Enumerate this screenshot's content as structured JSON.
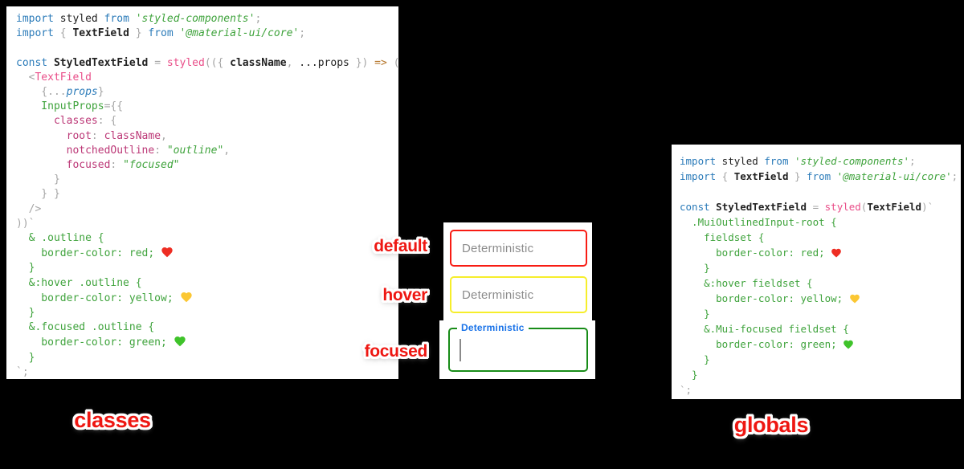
{
  "captions": {
    "classes": "classes",
    "globals": "globals"
  },
  "state_labels": {
    "default": "default",
    "hover": "hover",
    "focused": "focused"
  },
  "textfields": {
    "default": {
      "placeholder": "Deterministic",
      "border": "#f81c14"
    },
    "hover": {
      "placeholder": "Deterministic",
      "border": "#f6ee2b"
    },
    "focused": {
      "label": "Deterministic",
      "border": "#188c18",
      "label_color": "#1a73e8"
    }
  },
  "colors": {
    "keyword_blue": "#2b7bb9",
    "string_green": "#3fa33c",
    "magenta": "#bc3877",
    "pink": "#e94d88",
    "punctuation_gray": "#a5a5a5",
    "arrow_orange": "#b5762a",
    "label_red": "#ee1712",
    "hearts": {
      "red": "#ee2d23",
      "yellow": "#fbc733",
      "green": "#3fc32a"
    }
  },
  "classes_code": {
    "lines": [
      [
        [
          "kw",
          "import"
        ],
        [
          "pl",
          " styled "
        ],
        [
          "kw",
          "from"
        ],
        [
          "st",
          " 'styled-components'"
        ],
        [
          "pu",
          ";"
        ]
      ],
      [
        [
          "kw",
          "import"
        ],
        [
          "pu",
          " { "
        ],
        [
          "bd",
          "TextField"
        ],
        [
          "pu",
          " } "
        ],
        [
          "kw",
          "from"
        ],
        [
          "st",
          " '@material-ui/core'"
        ],
        [
          "pu",
          ";"
        ]
      ],
      [],
      [
        [
          "kw",
          "const"
        ],
        [
          "pl",
          " "
        ],
        [
          "bd",
          "StyledTextField"
        ],
        [
          "pu",
          " = "
        ],
        [
          "pk",
          "styled"
        ],
        [
          "pu",
          "(({ "
        ],
        [
          "bd",
          "className"
        ],
        [
          "pu",
          ", "
        ],
        [
          "pl",
          "...props"
        ],
        [
          "pu",
          " })"
        ],
        [
          "ar",
          " => "
        ],
        [
          "pu",
          "("
        ]
      ],
      [
        [
          "pu",
          "  <"
        ],
        [
          "pk",
          "TextField"
        ]
      ],
      [
        [
          "pu",
          "    {..."
        ],
        [
          "kwi",
          "props"
        ],
        [
          "pu",
          "}"
        ]
      ],
      [
        [
          "gr",
          "    InputProps"
        ],
        [
          "pu",
          "={{"
        ]
      ],
      [
        [
          "mg",
          "      classes"
        ],
        [
          "pu",
          ": {"
        ]
      ],
      [
        [
          "mg",
          "        root"
        ],
        [
          "pu",
          ": "
        ],
        [
          "mg",
          "className"
        ],
        [
          "pu",
          ","
        ]
      ],
      [
        [
          "mg",
          "        notchedOutline"
        ],
        [
          "pu",
          ": "
        ],
        [
          "st",
          "\"outline\""
        ],
        [
          "pu",
          ","
        ]
      ],
      [
        [
          "mg",
          "        focused"
        ],
        [
          "pu",
          ": "
        ],
        [
          "st",
          "\"focused\""
        ]
      ],
      [
        [
          "pu",
          "      }"
        ]
      ],
      [
        [
          "pu",
          "    } }"
        ]
      ],
      [
        [
          "pu",
          "  />"
        ]
      ],
      [
        [
          "pu",
          "))`"
        ]
      ],
      [
        [
          "cs",
          "  & .outline {"
        ]
      ],
      [
        [
          "cs",
          "    border-color: red; "
        ],
        [
          "heart",
          "red"
        ]
      ],
      [
        [
          "cs",
          "  }"
        ]
      ],
      [
        [
          "cs",
          "  &:hover .outline {"
        ]
      ],
      [
        [
          "cs",
          "    border-color: yellow; "
        ],
        [
          "heart",
          "yellow"
        ]
      ],
      [
        [
          "cs",
          "  }"
        ]
      ],
      [
        [
          "cs",
          "  &.focused .outline {"
        ]
      ],
      [
        [
          "cs",
          "    border-color: green; "
        ],
        [
          "heart",
          "green"
        ]
      ],
      [
        [
          "cs",
          "  }"
        ]
      ],
      [
        [
          "pu",
          "`;"
        ]
      ]
    ]
  },
  "globals_code": {
    "lines": [
      [
        [
          "kw",
          "import"
        ],
        [
          "pl",
          " styled "
        ],
        [
          "kw",
          "from"
        ],
        [
          "st",
          " 'styled-components'"
        ],
        [
          "pu",
          ";"
        ]
      ],
      [
        [
          "kw",
          "import"
        ],
        [
          "pu",
          " { "
        ],
        [
          "bd",
          "TextField"
        ],
        [
          "pu",
          " } "
        ],
        [
          "kw",
          "from"
        ],
        [
          "st",
          " '@material-ui/core'"
        ],
        [
          "pu",
          ";"
        ]
      ],
      [],
      [
        [
          "kw",
          "const"
        ],
        [
          "pl",
          " "
        ],
        [
          "bd",
          "StyledTextField"
        ],
        [
          "pu",
          " = "
        ],
        [
          "pk",
          "styled"
        ],
        [
          "pu",
          "("
        ],
        [
          "bd",
          "TextField"
        ],
        [
          "pu",
          ")`"
        ]
      ],
      [
        [
          "cs",
          "  .MuiOutlinedInput-root {"
        ]
      ],
      [
        [
          "cs",
          "    fieldset {"
        ]
      ],
      [
        [
          "cs",
          "      border-color: red; "
        ],
        [
          "heart",
          "red"
        ]
      ],
      [
        [
          "cs",
          "    }"
        ]
      ],
      [
        [
          "cs",
          "    &:hover fieldset {"
        ]
      ],
      [
        [
          "cs",
          "      border-color: yellow; "
        ],
        [
          "heart",
          "yellow"
        ]
      ],
      [
        [
          "cs",
          "    }"
        ]
      ],
      [
        [
          "cs",
          "    &.Mui-focused fieldset {"
        ]
      ],
      [
        [
          "cs",
          "      border-color: green; "
        ],
        [
          "heart",
          "green"
        ]
      ],
      [
        [
          "cs",
          "    }"
        ]
      ],
      [
        [
          "cs",
          "  }"
        ]
      ],
      [
        [
          "pu",
          "`;"
        ]
      ]
    ]
  }
}
